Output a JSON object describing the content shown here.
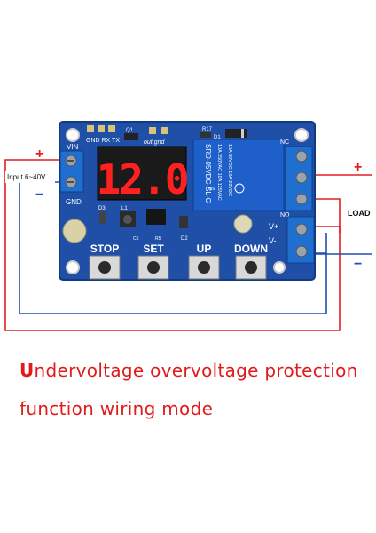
{
  "board": {
    "silkscreen": {
      "header_labels": "GND RX TX",
      "q1": "Q1",
      "out_gnd": "out gnd",
      "r17": "R17",
      "d1": "D1",
      "vin": "VIN",
      "gnd": "GND",
      "nc": "NC",
      "no": "NO",
      "v_plus": "V+",
      "v_minus": "V-",
      "d3": "D3",
      "l1": "L1",
      "d2": "D2",
      "c6": "C6",
      "r5": "R5"
    },
    "display_value": "12.0",
    "relay": {
      "brand": "SRD-05VDC-SL-C",
      "line1": "10A 250VAC  10A 125VAC",
      "line2": "10A 30VDC  10A 28VDC",
      "mark": "us"
    },
    "buttons": [
      {
        "label": "STOP"
      },
      {
        "label": "SET"
      },
      {
        "label": "UP"
      },
      {
        "label": "DOWN"
      }
    ]
  },
  "wiring": {
    "input_label": "Input 6~40V",
    "input_plus": "+",
    "input_minus": "−",
    "load_label": "LOAD",
    "load_plus": "+",
    "load_minus": "−"
  },
  "caption": {
    "line1_first": "U",
    "line1_rest": "ndervoltage overvoltage protection",
    "line2": "function wiring mode"
  },
  "colors": {
    "pcb": "#1f4fa6",
    "pcb_dark": "#123a80",
    "wire_red": "#e31e24",
    "wire_blue": "#1f4fb0",
    "terminal": "#1f6fd1",
    "display_digits": "#ff2020",
    "relay": "#1e5fc9"
  }
}
